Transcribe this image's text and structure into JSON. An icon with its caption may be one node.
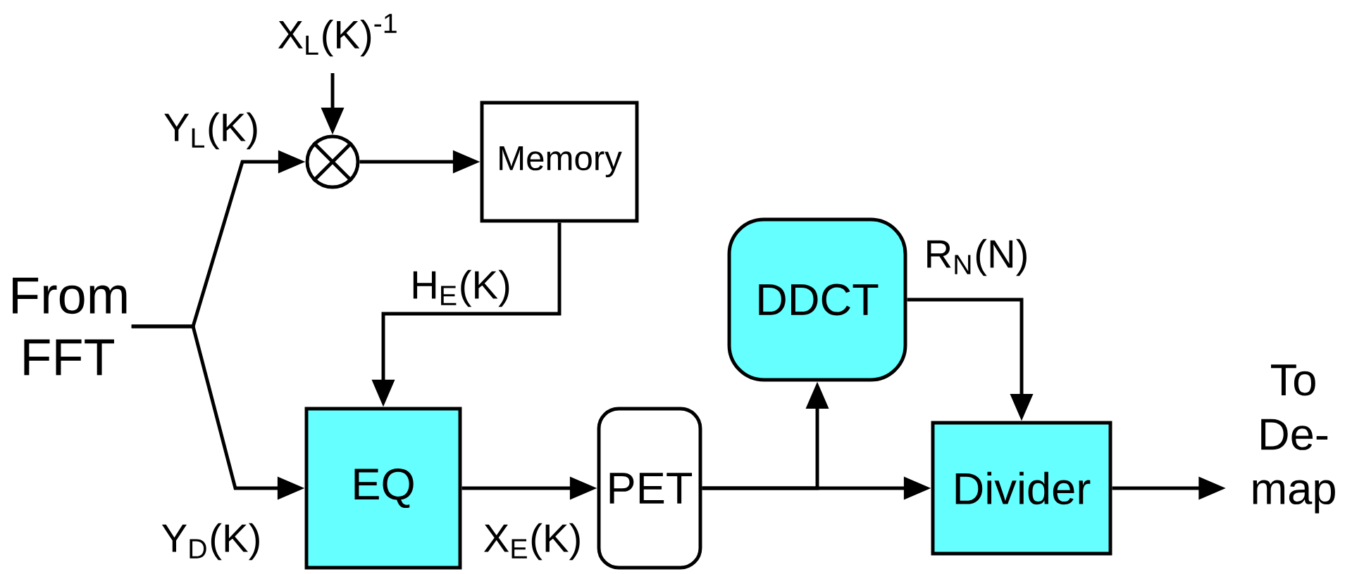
{
  "diagram": {
    "nodes": [
      {
        "text": [
          "From FFT"
        ]
      },
      {
        "text": [],
        "shape": "circle"
      },
      {
        "text": [
          "Memory"
        ]
      },
      {
        "text": [
          "EQ"
        ]
      },
      {
        "text": [
          "PET"
        ]
      },
      {
        "text": [
          "DDCT"
        ]
      },
      {
        "text": [
          "Divider"
        ]
      },
      {
        "text": [
          "To De-map"
        ]
      }
    ],
    "edges": [
      {
        "from": 0,
        "to": 1,
        "arrow": "to",
        "label": "Y$_{L}$(K)"
      },
      {
        "from": 0,
        "to": 3,
        "arrow": "to",
        "label": "Y$_{D}$(K)"
      },
      {
        "from": null,
        "to": 1,
        "arrow": "to",
        "label": "X$_{L}$(K)$^{-1}$"
      },
      {
        "from": 1,
        "to": 2,
        "arrow": "to"
      },
      {
        "from": 2,
        "to": 3,
        "arrow": "to",
        "label": "H$_{E}$(K)"
      },
      {
        "from": 3,
        "to": 4,
        "arrow": "to",
        "label": "X$_{E}$(K)"
      },
      {
        "from": 4,
        "to": 5,
        "arrow": "to"
      },
      {
        "from": 4,
        "to": 6,
        "arrow": "to"
      },
      {
        "from": 5,
        "to": 6,
        "arrow": "to",
        "label": "R$_{N}$(N)"
      },
      {
        "from": 6,
        "to": 7,
        "arrow": "to"
      }
    ]
  }
}
